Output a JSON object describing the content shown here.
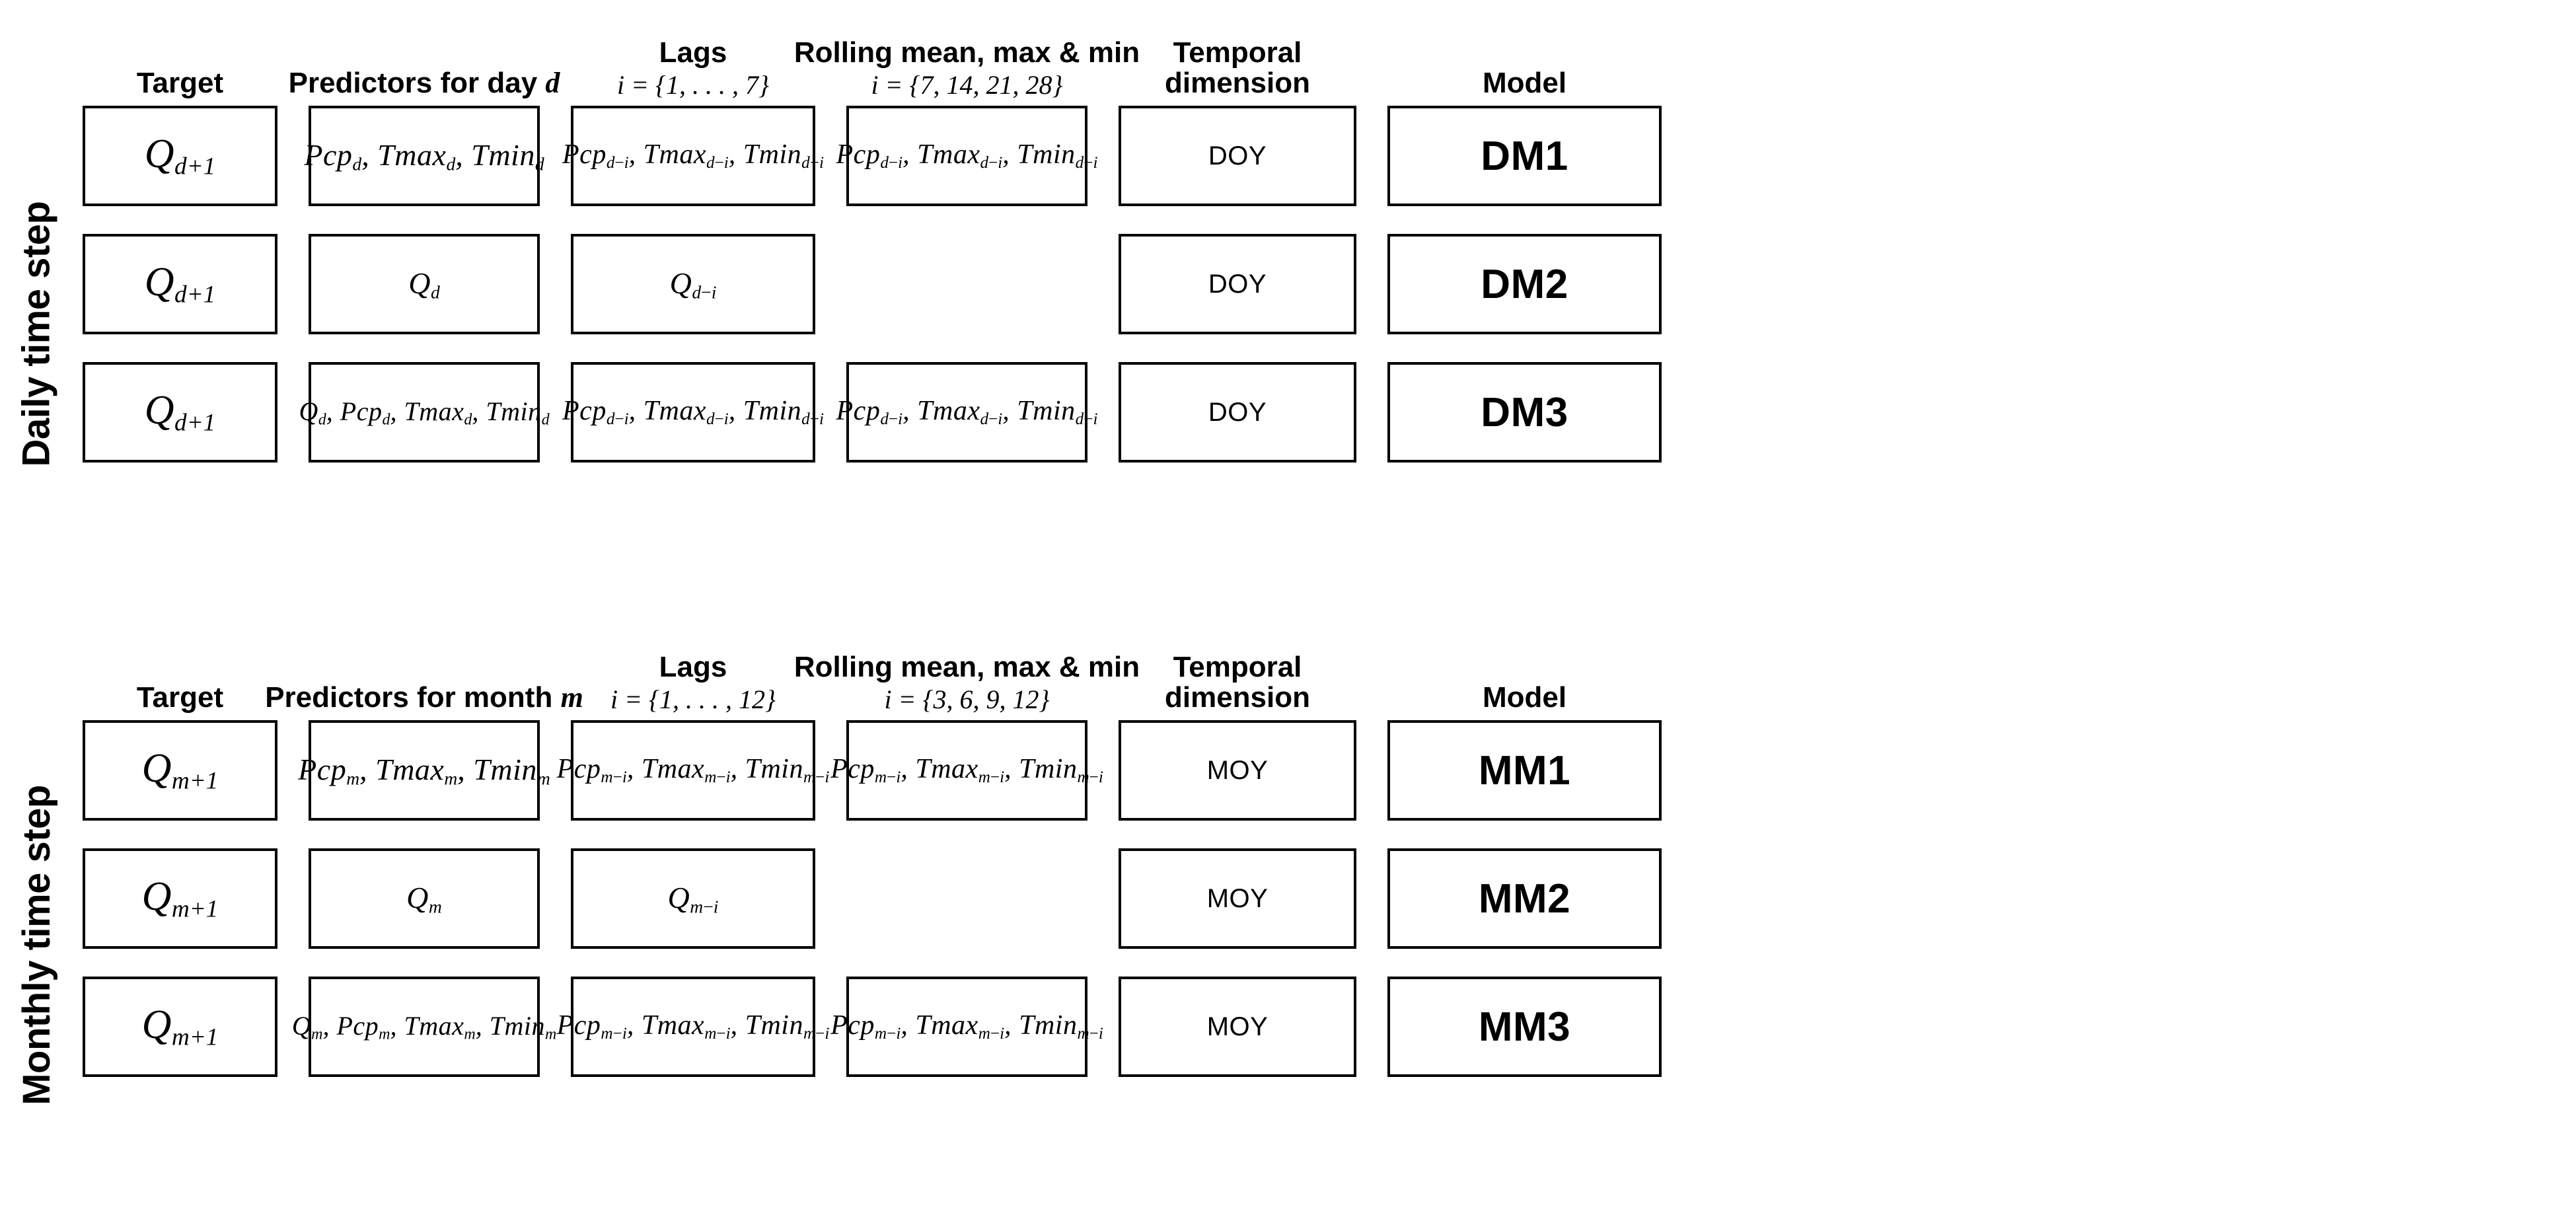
{
  "figure": {
    "title_absent": true,
    "sections": [
      {
        "id": "daily",
        "side_label": "Daily time step",
        "headers": {
          "target": "Target",
          "predictors_main": "Predictors for day",
          "predictors_var": "d",
          "lags_main": "Lags",
          "lags_set": "i = {1, . . . , 7}",
          "rolling_main": "Rolling mean, max & min",
          "rolling_set": "i = {7, 14, 21, 28}",
          "temporal_line1": "Temporal",
          "temporal_line2": "dimension",
          "model": "Model"
        },
        "rows": [
          {
            "target": "Q_{d+1}",
            "target_base": "Q",
            "target_sub": "d+1",
            "predictors": "Pcp_d, Tmax_d, Tmin_d",
            "lags": "Pcp_{d-i}, Tmax_{d-i}, Tmin_{d-i}",
            "rolling": "Pcp_{d-i}, Tmax_{d-i}, Tmin_{d-i}",
            "temporal": "DOY",
            "model": "DM1"
          },
          {
            "target": "Q_{d+1}",
            "target_base": "Q",
            "target_sub": "d+1",
            "predictors": "Q_d",
            "lags": "Q_{d-i}",
            "rolling": "",
            "temporal": "DOY",
            "model": "DM2"
          },
          {
            "target": "Q_{d+1}",
            "target_base": "Q",
            "target_sub": "d+1",
            "predictors": "Q_d, Pcp_d, Tmax_d, Tmin_d",
            "lags": "Pcp_{d-i}, Tmax_{d-i}, Tmin_{d-i}",
            "rolling": "Pcp_{d-i}, Tmax_{d-i}, Tmin_{d-i}",
            "temporal": "DOY",
            "model": "DM3"
          }
        ]
      },
      {
        "id": "monthly",
        "side_label": "Monthly time step",
        "headers": {
          "target": "Target",
          "predictors_main": "Predictors for month",
          "predictors_var": "m",
          "lags_main": "Lags",
          "lags_set": "i = {1, . . . , 12}",
          "rolling_main": "Rolling mean, max & min",
          "rolling_set": "i = {3, 6, 9, 12}",
          "temporal_line1": "Temporal",
          "temporal_line2": "dimension",
          "model": "Model"
        },
        "rows": [
          {
            "target": "Q_{m+1}",
            "target_base": "Q",
            "target_sub": "m+1",
            "predictors": "Pcp_m, Tmax_m, Tmin_m",
            "lags": "Pcp_{m-i}, Tmax_{m-i}, Tmin_{m-i}",
            "rolling": "Pcp_{m-i}, Tmax_{m-i}, Tmin_{m-i}",
            "temporal": "MOY",
            "model": "MM1"
          },
          {
            "target": "Q_{m+1}",
            "target_base": "Q",
            "target_sub": "m+1",
            "predictors": "Q_m",
            "lags": "Q_{m-i}",
            "rolling": "",
            "temporal": "MOY",
            "model": "MM2"
          },
          {
            "target": "Q_{m+1}",
            "target_base": "Q",
            "target_sub": "m+1",
            "predictors": "Q_m, Pcp_m, Tmax_m, Tmin_m",
            "lags": "Pcp_{m-i}, Tmax_{m-i}, Tmin_{m-i}",
            "rolling": "Pcp_{m-i}, Tmax_{m-i}, Tmin_{m-i}",
            "temporal": "MOY",
            "model": "MM3"
          }
        ]
      }
    ],
    "colors": {
      "background": "#ffffff",
      "foreground": "#000000",
      "border": "#000000"
    }
  }
}
